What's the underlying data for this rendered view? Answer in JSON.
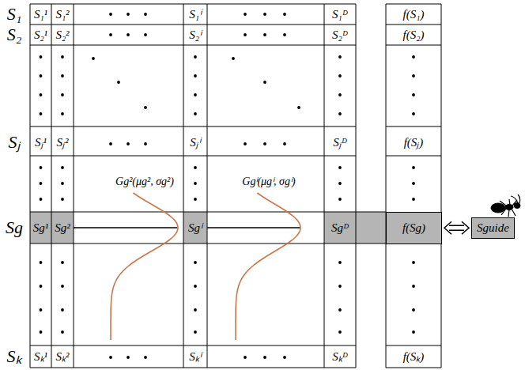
{
  "diagram": {
    "nodes": [
      {
        "text": [
          "f(Sg)"
        ]
      },
      {
        "text": [
          "Sguide"
        ]
      }
    ],
    "edges": [
      {
        "from": 0,
        "to": 1,
        "arrow": "both"
      }
    ],
    "labels": [
      "S₁",
      "S₁¹",
      "S₁²",
      "S₁ⁱ",
      "S₁ᴰ",
      "f(S₁)",
      "S₂",
      "S₂¹",
      "S₂²",
      "S₂ⁱ",
      "S₂ᴰ",
      "f(S₂)",
      "Sⱼ",
      "Sⱼ¹",
      "Sⱼ²",
      "Sⱼⁱ",
      "Sⱼᴰ",
      "f(Sⱼ)",
      "Gg²(μg², σg²)",
      "Ggⁱ(μgⁱ, σgⁱ)",
      "Sg",
      "Sg¹",
      "Sg²",
      "Sgⁱ",
      "Sgᴰ",
      "Sₖ",
      "Sₖ¹",
      "Sₖ²",
      "Sₖⁱ",
      "Sₖᴰ",
      "f(Sₖ)"
    ]
  }
}
